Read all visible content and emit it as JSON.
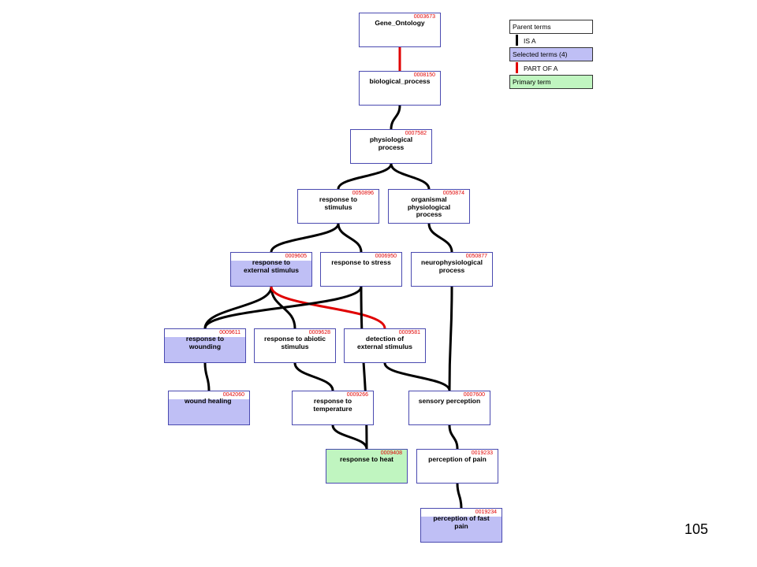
{
  "legend": {
    "parent_terms": "Parent terms",
    "is_a": "IS A",
    "selected_terms": "Selected terms (4)",
    "part_of_a": "PART OF A",
    "primary_term": "Primary term",
    "is_a_color": "#000000",
    "part_of_color": "#e00000"
  },
  "nodes": [
    {
      "key": "n3673",
      "id": "0003673",
      "label": "Gene_Ontology",
      "kind": "normal"
    },
    {
      "key": "n8150",
      "id": "0008150",
      "label": "biological_process",
      "kind": "normal"
    },
    {
      "key": "n7582",
      "id": "0007582",
      "label": "physiological\nprocess",
      "kind": "normal"
    },
    {
      "key": "n50896",
      "id": "0050896",
      "label": "response to\nstimulus",
      "kind": "normal"
    },
    {
      "key": "n50874",
      "id": "0050874",
      "label": "organismal\nphysiological\nprocess",
      "kind": "normal"
    },
    {
      "key": "n9605",
      "id": "0009605",
      "label": "response to\nexternal stimulus",
      "kind": "selected"
    },
    {
      "key": "n6950",
      "id": "0006950",
      "label": "response to stress",
      "kind": "normal"
    },
    {
      "key": "n50877",
      "id": "0050877",
      "label": "neurophysiological\nprocess",
      "kind": "normal"
    },
    {
      "key": "n9611",
      "id": "0009611",
      "label": "response to\nwounding",
      "kind": "selected"
    },
    {
      "key": "n9628",
      "id": "0009628",
      "label": "response to abiotic\nstimulus",
      "kind": "normal"
    },
    {
      "key": "n9581",
      "id": "0009581",
      "label": "detection of\nexternal stimulus",
      "kind": "normal"
    },
    {
      "key": "n42060",
      "id": "0042060",
      "label": "wound healing",
      "kind": "selected"
    },
    {
      "key": "n9266",
      "id": "0009266",
      "label": "response to\ntemperature",
      "kind": "normal"
    },
    {
      "key": "n7600",
      "id": "0007600",
      "label": "sensory perception",
      "kind": "normal"
    },
    {
      "key": "n9408",
      "id": "0009408",
      "label": "response to heat",
      "kind": "primary"
    },
    {
      "key": "n19233",
      "id": "0019233",
      "label": "perception of pain",
      "kind": "normal"
    },
    {
      "key": "n19234",
      "id": "0019234",
      "label": "perception of fast\npain",
      "kind": "selected"
    }
  ],
  "edges": [
    {
      "from": "n3673",
      "to": "n8150",
      "type": "part_of"
    },
    {
      "from": "n8150",
      "to": "n7582",
      "type": "is_a"
    },
    {
      "from": "n7582",
      "to": "n50896",
      "type": "is_a"
    },
    {
      "from": "n7582",
      "to": "n50874",
      "type": "is_a"
    },
    {
      "from": "n50896",
      "to": "n9605",
      "type": "is_a"
    },
    {
      "from": "n50896",
      "to": "n6950",
      "type": "is_a"
    },
    {
      "from": "n50874",
      "to": "n50877",
      "type": "is_a"
    },
    {
      "from": "n9605",
      "to": "n9611",
      "type": "is_a"
    },
    {
      "from": "n9605",
      "to": "n9628",
      "type": "is_a"
    },
    {
      "from": "n9605",
      "to": "n9581",
      "type": "part_of"
    },
    {
      "from": "n6950",
      "to": "n9611",
      "type": "is_a"
    },
    {
      "from": "n6950",
      "to": "n9408",
      "type": "is_a"
    },
    {
      "from": "n9611",
      "to": "n42060",
      "type": "is_a"
    },
    {
      "from": "n9628",
      "to": "n9266",
      "type": "is_a"
    },
    {
      "from": "n9581",
      "to": "n7600",
      "type": "is_a"
    },
    {
      "from": "n50877",
      "to": "n7600",
      "type": "is_a"
    },
    {
      "from": "n9266",
      "to": "n9408",
      "type": "is_a"
    },
    {
      "from": "n7600",
      "to": "n19233",
      "type": "is_a"
    },
    {
      "from": "n19233",
      "to": "n19234",
      "type": "is_a"
    }
  ],
  "page_number": "105"
}
